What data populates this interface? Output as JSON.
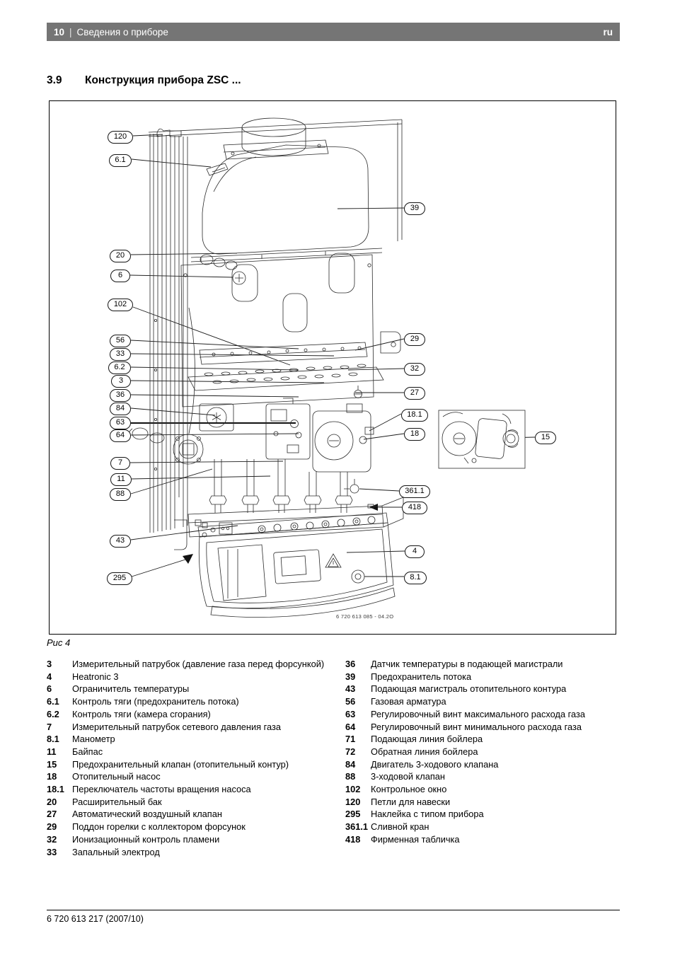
{
  "header": {
    "page_number": "10",
    "separator": "|",
    "section": "Сведения о приборе",
    "lang": "ru"
  },
  "heading": {
    "number": "3.9",
    "title": "Конструкция прибора ZSC ..."
  },
  "figure": {
    "caption": "Рис 4",
    "drawing_code": "6 720 613 085 - 04.2O",
    "callouts": [
      {
        "label": "120"
      },
      {
        "label": "6.1"
      },
      {
        "label": "20"
      },
      {
        "label": "6"
      },
      {
        "label": "102"
      },
      {
        "label": "56"
      },
      {
        "label": "33"
      },
      {
        "label": "6.2"
      },
      {
        "label": "3"
      },
      {
        "label": "36"
      },
      {
        "label": "84"
      },
      {
        "label": "63"
      },
      {
        "label": "64"
      },
      {
        "label": "7"
      },
      {
        "label": "11"
      },
      {
        "label": "88"
      },
      {
        "label": "43"
      },
      {
        "label": "295"
      },
      {
        "label": "39"
      },
      {
        "label": "29"
      },
      {
        "label": "32"
      },
      {
        "label": "27"
      },
      {
        "label": "18.1"
      },
      {
        "label": "18"
      },
      {
        "label": "361.1"
      },
      {
        "label": "418"
      },
      {
        "label": "4"
      },
      {
        "label": "8.1"
      },
      {
        "label": "15"
      }
    ]
  },
  "legend": {
    "left": [
      {
        "num": "3",
        "text": "Измерительный патрубок (давление газа перед форсункой)"
      },
      {
        "num": "4",
        "text": "Heatronic 3"
      },
      {
        "num": "6",
        "text": "Ограничитель температуры"
      },
      {
        "num": "6.1",
        "text": "Контроль тяги (предохранитель потока)"
      },
      {
        "num": "6.2",
        "text": "Контроль тяги (камера сгорания)"
      },
      {
        "num": "7",
        "text": "Измерительный патрубок сетевого давления газа"
      },
      {
        "num": "8.1",
        "text": "Манометр"
      },
      {
        "num": "11",
        "text": "Байпас"
      },
      {
        "num": "15",
        "text": "Предохранительный клапан (отопительный контур)"
      },
      {
        "num": "18",
        "text": "Отопительный насос"
      },
      {
        "num": "18.1",
        "text": "Переключатель частоты вращения насоса"
      },
      {
        "num": "20",
        "text": "Расширительный бак"
      },
      {
        "num": "27",
        "text": "Автоматический воздушный клапан"
      },
      {
        "num": "29",
        "text": "Поддон горелки с коллектором форсунок"
      },
      {
        "num": "32",
        "text": "Ионизационный контроль пламени"
      },
      {
        "num": "33",
        "text": "Запальный электрод"
      }
    ],
    "right": [
      {
        "num": "36",
        "text": "Датчик температуры в подающей магистрали"
      },
      {
        "num": "39",
        "text": "Предохранитель потока"
      },
      {
        "num": "43",
        "text": "Подающая магистраль отопительного контура"
      },
      {
        "num": "56",
        "text": "Газовая арматура"
      },
      {
        "num": "63",
        "text": "Регулировочный винт максимального расхода газа"
      },
      {
        "num": "64",
        "text": "Регулировочный винт минимального расхода газа"
      },
      {
        "num": "71",
        "text": "Подающая линия бойлера"
      },
      {
        "num": "72",
        "text": "Обратная линия бойлера"
      },
      {
        "num": "84",
        "text": "Двигатель 3-ходового клапана"
      },
      {
        "num": "88",
        "text": "3-ходовой клапан"
      },
      {
        "num": "102",
        "text": "Контрольное окно"
      },
      {
        "num": "120",
        "text": "Петли для навески"
      },
      {
        "num": "295",
        "text": "Наклейка с типом прибора"
      },
      {
        "num": "361.1",
        "text": "Сливной кран"
      },
      {
        "num": "418",
        "text": "Фирменная табличка"
      }
    ]
  },
  "footer": {
    "doc_number": "6 720 613 217 (2007/10)"
  }
}
